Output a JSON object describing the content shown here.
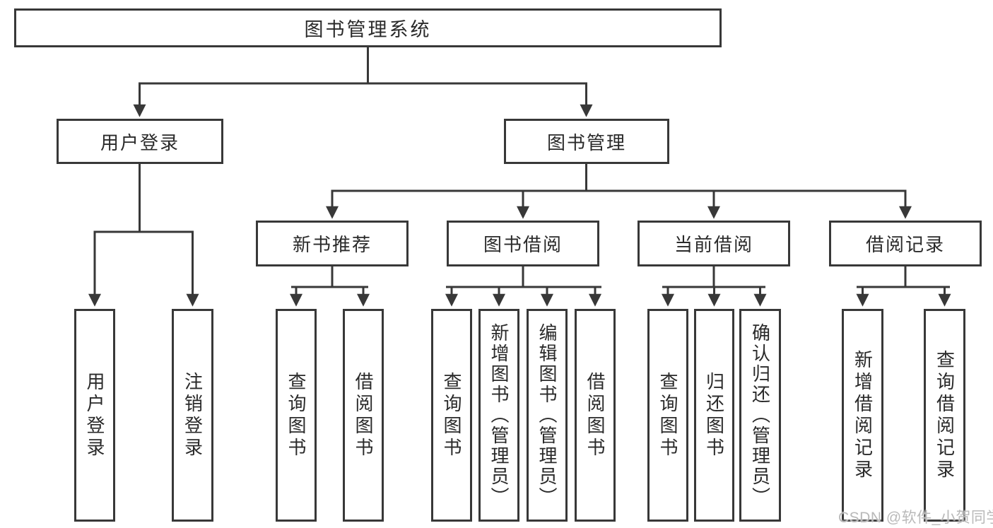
{
  "diagram_title": "图书管理系统",
  "tree": {
    "root": {
      "label": "图书管理系统"
    },
    "branches": [
      {
        "label": "用户登录",
        "children": [
          {
            "label": "用户登录"
          },
          {
            "label": "注销登录"
          }
        ]
      },
      {
        "label": "图书管理",
        "children": [
          {
            "label": "新书推荐",
            "children": [
              {
                "label": "查询图书"
              },
              {
                "label": "借阅图书"
              }
            ]
          },
          {
            "label": "图书借阅",
            "children": [
              {
                "label": "查询图书"
              },
              {
                "label": "新增图书（管理员）"
              },
              {
                "label": "编辑图书（管理员）"
              },
              {
                "label": "借阅图书"
              }
            ]
          },
          {
            "label": "当前借阅",
            "children": [
              {
                "label": "查询图书"
              },
              {
                "label": "归还图书"
              },
              {
                "label": "确认归还（管理员）"
              }
            ]
          },
          {
            "label": "借阅记录",
            "children": [
              {
                "label": "新增借阅记录"
              },
              {
                "label": "查询借阅记录"
              }
            ]
          }
        ]
      }
    ]
  },
  "watermark": "CSDN @软件_小贺同学",
  "colors": {
    "line": "#383838",
    "box_border": "#383838",
    "text": "#2a2a2a",
    "watermark": "#b9b9b9",
    "background": "#ffffff"
  }
}
